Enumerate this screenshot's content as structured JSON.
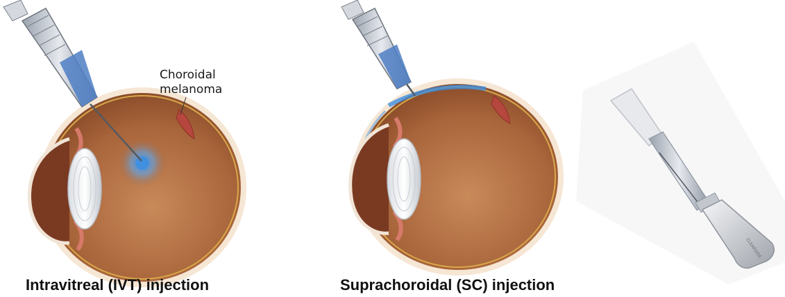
{
  "panels": {
    "ivt": {
      "annotation_line1": "Choroidal",
      "annotation_line2": "melanoma",
      "caption": "Intravitreal (IVT) injection"
    },
    "sc": {
      "caption": "Suprachoroidal (SC) injection"
    },
    "device": {
      "brand_text": "CLEARSIDE"
    }
  },
  "colors": {
    "eye_interior": "#a8643a",
    "sclera_rim": "#f6e6d4",
    "drug_blue": "#3f8fe0",
    "syringe_barrel": "#c9ced6",
    "syringe_fluid": "#4f7fc4",
    "optic_nerve": "#f2c77a"
  }
}
